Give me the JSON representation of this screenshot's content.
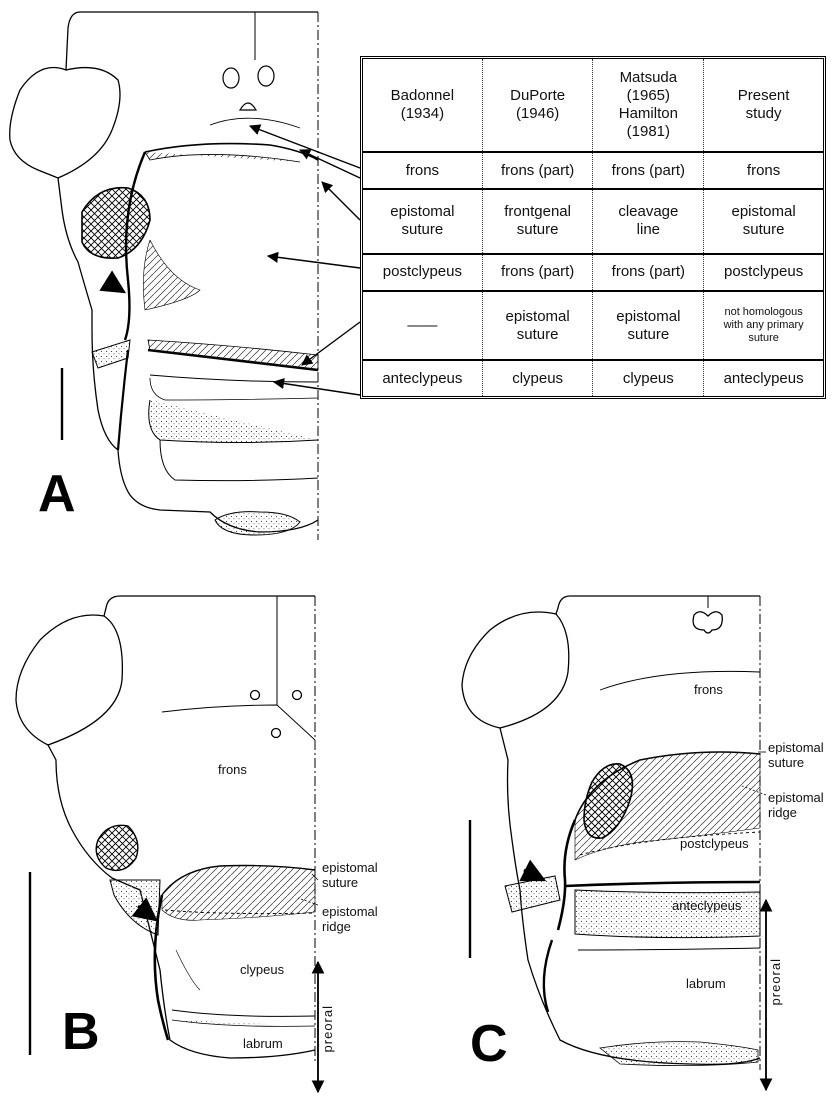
{
  "figure_letters": {
    "a": "A",
    "b": "B",
    "c": "C"
  },
  "table": {
    "headers": [
      "Badonnel\n(1934)",
      "DuPorte\n(1946)",
      "Matsuda\n(1965)\nHamilton\n(1981)",
      "Present\nstudy"
    ],
    "rows": [
      [
        "frons",
        "frons (part)",
        "frons (part)",
        "frons"
      ],
      [
        "epistomal\nsuture",
        "frontgenal\nsuture",
        "cleavage\nline",
        "epistomal\nsuture"
      ],
      [
        "postclypeus",
        "frons (part)",
        "frons (part)",
        "postclypeus"
      ],
      [
        "——",
        "epistomal\nsuture",
        "epistomal\nsuture",
        "not homologous\nwith any primary\nsuture"
      ],
      [
        "anteclypeus",
        "clypeus",
        "clypeus",
        "anteclypeus"
      ]
    ]
  },
  "panel_b": {
    "frons": "frons",
    "epistomal_suture": "epistomal\nsuture",
    "epistomal_ridge": "epistomal\nridge",
    "clypeus": "clypeus",
    "labrum": "labrum",
    "preoral": "preoral"
  },
  "panel_c": {
    "frons": "frons",
    "epistomal_suture": "epistomal\nsuture",
    "epistomal_ridge": "epistomal\nridge",
    "postclypeus": "postclypeus",
    "anteclypeus": "anteclypeus",
    "labrum": "labrum",
    "preoral": "preoral"
  }
}
